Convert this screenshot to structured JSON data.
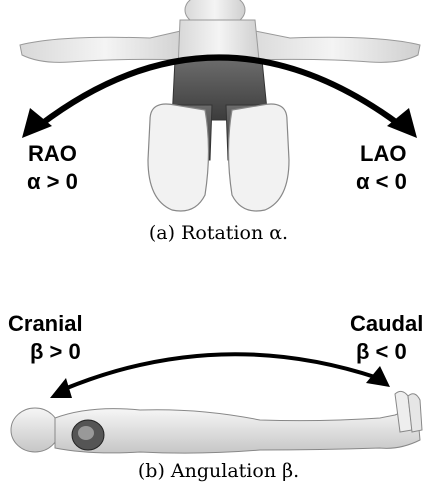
{
  "panel_a": {
    "left_label": "RAO",
    "left_condition": "α > 0",
    "right_label": "LAO",
    "right_condition": "α < 0",
    "caption": "(a) Rotation α."
  },
  "panel_b": {
    "left_label": "Cranial",
    "left_condition": "β > 0",
    "right_label": "Caudal",
    "right_condition": "β < 0",
    "caption": "(b) Angulation β."
  }
}
